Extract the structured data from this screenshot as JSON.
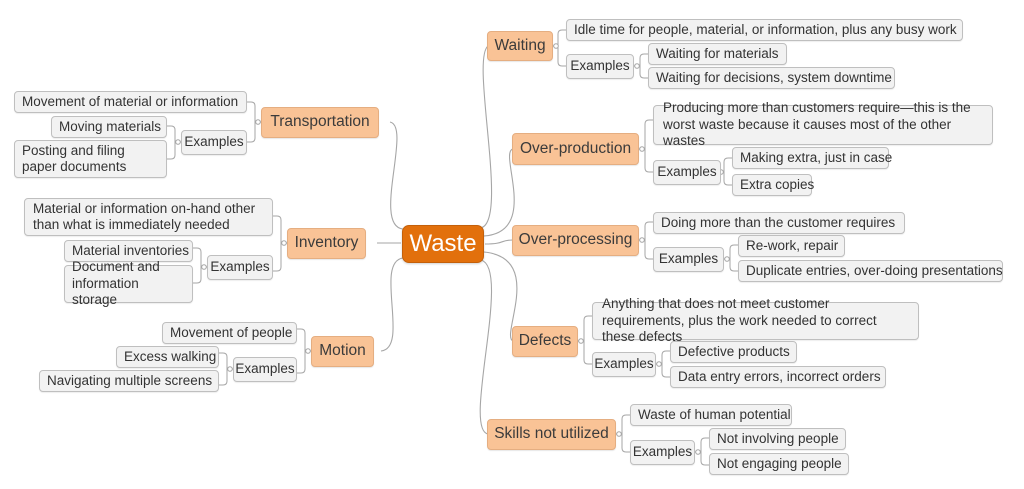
{
  "diagram": {
    "type": "mind-map",
    "root": {
      "label": "Waste"
    },
    "colors": {
      "root_fill": "#E2700C",
      "category_fill": "#F9C396",
      "leaf_fill": "#F2F2F2",
      "leaf_border": "#BFBFBF",
      "connector": "#A6A6A6",
      "page_background": "#FFFFFF"
    },
    "examples_label": "Examples",
    "branches": [
      {
        "id": "transportation",
        "label": "Transportation",
        "side": "left",
        "definition": "Movement of material or information",
        "examples": [
          "Moving materials",
          "Posting and filing paper documents"
        ]
      },
      {
        "id": "inventory",
        "label": "Inventory",
        "side": "left",
        "definition": "Material or information on-hand other than what is immediately needed",
        "examples": [
          "Material inventories",
          "Document and information storage"
        ]
      },
      {
        "id": "motion",
        "label": "Motion",
        "side": "left",
        "definition": "Movement of people",
        "examples": [
          "Excess walking",
          "Navigating multiple screens"
        ]
      },
      {
        "id": "waiting",
        "label": "Waiting",
        "side": "right",
        "definition": "Idle time for people, material, or information, plus any busy work",
        "examples": [
          "Waiting for materials",
          "Waiting for decisions, system downtime"
        ]
      },
      {
        "id": "over-production",
        "label": "Over-production",
        "side": "right",
        "definition": "Producing more than customers require—this is the worst waste because it causes most of the other wastes",
        "examples": [
          "Making extra, just in case",
          "Extra copies"
        ]
      },
      {
        "id": "over-processing",
        "label": "Over-processing",
        "side": "right",
        "definition": "Doing more than the customer requires",
        "examples": [
          "Re-work, repair",
          "Duplicate entries, over-doing presentations"
        ]
      },
      {
        "id": "defects",
        "label": "Defects",
        "side": "right",
        "definition": "Anything that does not meet customer requirements, plus the work needed to correct these defects",
        "examples": [
          "Defective products",
          "Data entry errors, incorrect orders"
        ]
      },
      {
        "id": "skills-not-utilized",
        "label": "Skills not utilized",
        "side": "right",
        "definition": "Waste of human potential",
        "examples": [
          "Not involving people",
          "Not engaging people"
        ]
      }
    ]
  }
}
